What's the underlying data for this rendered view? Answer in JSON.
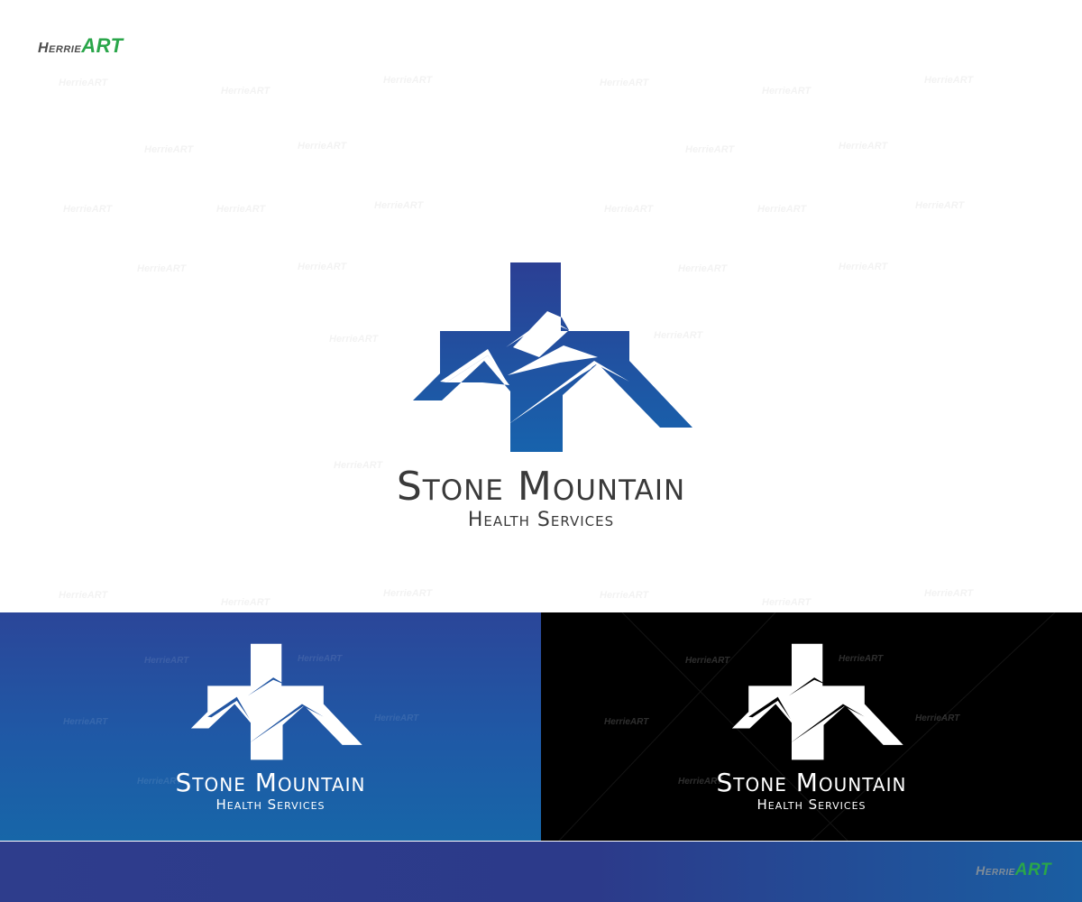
{
  "brand": {
    "part1": "Herrie",
    "part2": "ART"
  },
  "logo": {
    "title": "Stone Mountain",
    "subtitle": "Health Services"
  },
  "watermark": {
    "text": "HerrieART"
  },
  "colors": {
    "logo_blue_top": "#2b3f94",
    "logo_blue_bottom": "#1763ad",
    "brand_green": "#2aa64a",
    "text_dark": "#3a3a3a",
    "panel_black": "#000000"
  }
}
